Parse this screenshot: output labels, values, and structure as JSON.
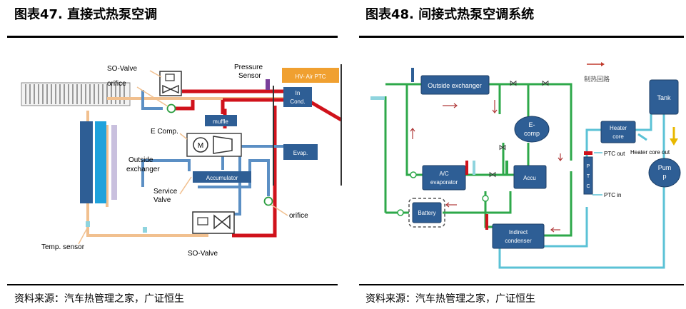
{
  "left": {
    "title": "图表47.  直接式热泵空调",
    "source": "资料来源：汽车热管理之家，广证恒生",
    "labels": {
      "so_valve_top": "SO-Valve",
      "orifice_top": "orifice",
      "pressure_sensor_1": "Pressure",
      "pressure_sensor_2": "Sensor",
      "hv_air_ptc": "HV- Air PTC",
      "in_cond_1": "In",
      "in_cond_2": "Cond.",
      "muffle": "muffle",
      "e_comp": "E Comp.",
      "motor": "M",
      "outside_exchanger_1": "Outside",
      "outside_exchanger_2": "exchanger",
      "accumulator": "Accumulator",
      "service_valve_1": "Service",
      "service_valve_2": "Valve",
      "evap": "Evap.",
      "orifice_bottom": "orifice",
      "temp_sensor": "Temp. sensor",
      "so_valve_bottom": "SO-Valve"
    }
  },
  "right": {
    "title": "图表48.  间接式热泵空调系统",
    "source": "资料来源：汽车热管理之家，广证恒生",
    "labels": {
      "outside_exchanger": "Outside exchanger",
      "legend_heating": "制热回路",
      "e_comp_1": "E-",
      "e_comp_2": "comp",
      "tank": "Tank",
      "heater_core_1": "Heater",
      "heater_core_2": "core",
      "ptc_out": "PTC out",
      "heater_core_out": "Heater core out",
      "ptc_1": "P",
      "ptc_2": "T",
      "ptc_3": "C",
      "pump_1": "Pum",
      "pump_2": "p",
      "ptc_in": "PTC in",
      "ac_evap_1": "A/C",
      "ac_evap_2": "evaporator",
      "accu": "Accu",
      "battery": "Battery",
      "indirect_1": "Indirect",
      "indirect_2": "condenser"
    }
  },
  "colors": {
    "red_pipe": "#d0121b",
    "blue_pipe": "#5b8fc4",
    "tan_pipe": "#f1c08f",
    "navy_box": "#2e5e95",
    "green_pipe": "#2ea84a",
    "cyan_pipe": "#5bc2d6",
    "orange_box": "#f0a030"
  }
}
